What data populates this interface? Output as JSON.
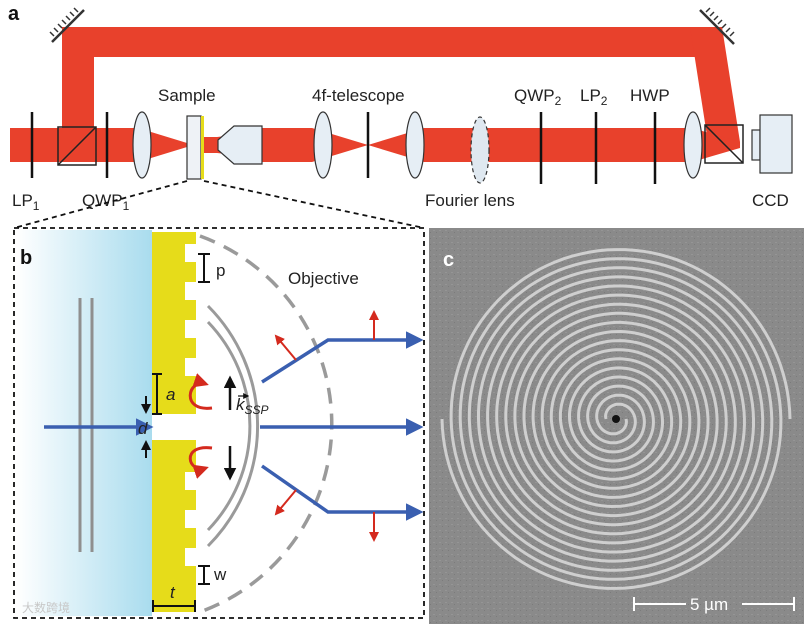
{
  "panel_a": {
    "label": "a",
    "components": {
      "sample": "Sample",
      "telescope": "4f-telescope",
      "qwp2": "QWP",
      "qwp2_sub": "2",
      "lp2": "LP",
      "lp2_sub": "2",
      "hwp": "HWP",
      "lp1": "LP",
      "lp1_sub": "1",
      "qwp1": "QWP",
      "qwp1_sub": "1",
      "fourier_lens": "Fourier lens",
      "ccd": "CCD"
    }
  },
  "panel_b": {
    "label": "b",
    "objective": "Objective",
    "p": "p",
    "a": "a",
    "d": "d",
    "k": "k",
    "k_sub": "SSP",
    "w": "w",
    "t": "t"
  },
  "panel_c": {
    "label": "c",
    "scale_bar": "5 µm"
  },
  "watermark": "大数跨境",
  "colors": {
    "beam": "#e8412c",
    "gold": "#e6dc1a",
    "arrow_blue": "#3a5fb0",
    "arrow_red": "#d42a1e"
  }
}
